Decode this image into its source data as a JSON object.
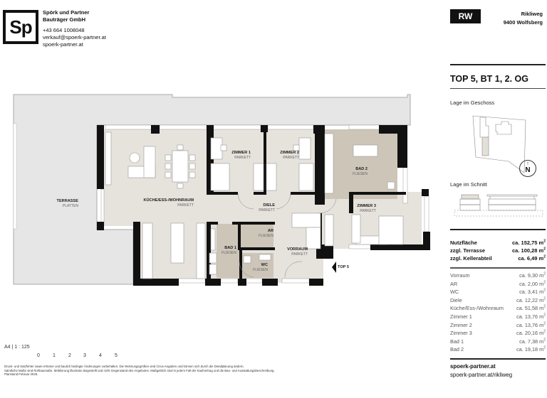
{
  "header": {
    "logo_text": "Sp",
    "company_name_line1": "Spörk und Partner",
    "company_name_line2": "Bauträger GmbH",
    "phone": "+43 664 1008048",
    "email": "verkauf@spoerk-partner.at",
    "website": "spoerk-partner.at",
    "project_badge": "RW",
    "street": "Rikliweg",
    "city": "9400 Wolfsberg"
  },
  "unit": {
    "title": "TOP 5, BT 1, 2. OG",
    "lage_geschoss_label": "Lage im Geschoss",
    "lage_schnitt_label": "Lage im Schnitt",
    "north_label": "N"
  },
  "summary": [
    {
      "label": "Nutzfläche",
      "value": "ca. 152,75 m",
      "unit_sup": "2"
    },
    {
      "label": "zzgl. Terrasse",
      "value": "ca. 100,28 m",
      "unit_sup": "2"
    },
    {
      "label": "zzgl. Kellerabteil",
      "value": "ca. 6,49 m",
      "unit_sup": "2"
    }
  ],
  "rooms": [
    {
      "label": "Vorraum",
      "value": "ca. 9,30 m",
      "unit_sup": "2"
    },
    {
      "label": "AR",
      "value": "ca. 2,00 m",
      "unit_sup": "2"
    },
    {
      "label": "WC",
      "value": "ca. 3,41 m",
      "unit_sup": "2"
    },
    {
      "label": "Diele",
      "value": "ca. 12,22 m",
      "unit_sup": "2"
    },
    {
      "label": "Küche/Ess-/Wohnraum",
      "value": "ca. 51,58 m",
      "unit_sup": "2"
    },
    {
      "label": "Zimmer 1",
      "value": "ca. 13,76 m",
      "unit_sup": "2"
    },
    {
      "label": "Zimmer 2",
      "value": "ca. 13,76 m",
      "unit_sup": "2"
    },
    {
      "label": "Zimmer 3",
      "value": "ca. 20,16 m",
      "unit_sup": "2"
    },
    {
      "label": "Bad 1",
      "value": "ca. 7,38 m",
      "unit_sup": "2"
    },
    {
      "label": "Bad 2",
      "value": "ca. 19,18 m",
      "unit_sup": "2"
    }
  ],
  "links": {
    "website": "spoerk-partner.at",
    "project_page": "spoerk-partner.at/rikliweg"
  },
  "plan_labels": {
    "terrasse": {
      "name": "TERRASSE",
      "floor": "PLATTEN"
    },
    "wohnraum": {
      "name": "KÜCHE/ESS-/WOHNRAUM",
      "floor": "PARKETT"
    },
    "zimmer1": {
      "name": "ZIMMER 1",
      "floor": "PARKETT"
    },
    "zimmer2": {
      "name": "ZIMMER 2",
      "floor": "PARKETT"
    },
    "diele": {
      "name": "DIELE",
      "floor": "PARKETT"
    },
    "bad2": {
      "name": "BAD 2",
      "floor": "FLIESEN"
    },
    "zimmer3": {
      "name": "ZIMMER 3",
      "floor": "PARKETT"
    },
    "bad1": {
      "name": "BAD 1",
      "floor": "FLIESEN"
    },
    "ar": {
      "name": "AR",
      "floor": "FLIESEN"
    },
    "wc": {
      "name": "WC",
      "floor": "FLIESEN"
    },
    "vorraum": {
      "name": "VORRAUM",
      "floor": "PARKETT"
    },
    "entrance": "TOP 5"
  },
  "scale": {
    "label": "A4 | 1 : 125",
    "ticks": [
      "0",
      "1",
      "2",
      "3",
      "4",
      "5"
    ]
  },
  "disclaimer": {
    "line1": "Druck- und Satzfehler sowie Irrtümer und baulich bedingte Änderungen vorbehalten. Die Wohnungsgrößen sind Circa-Angaben und können sich durch die Detailplanung ändern.",
    "line2": "Sämtliche Maße sind Rohbaumaße. Möblierung illustrativ dargestellt und nicht Gegenstand des Angebotes. Maßgeblich sind in jedem Fall der Kaufvertrag und die Bau- und Ausstattungsbeschreibung.",
    "line3": "Planstand Februar 2025."
  },
  "colors": {
    "wall": "#111111",
    "living_floor": "#e6e2dc",
    "wet_floor": "#cdc5b8",
    "terrace": "#e6e6e6",
    "terrace_border": "#aaaaaa"
  }
}
